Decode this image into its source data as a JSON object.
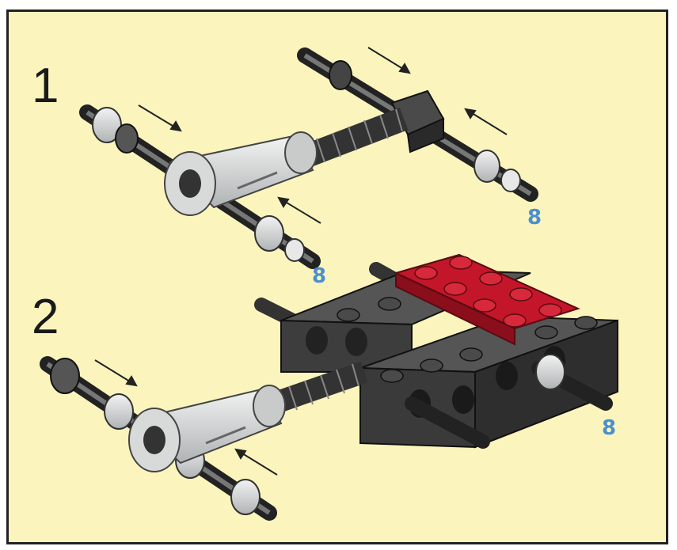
{
  "steps": [
    {
      "number": "1"
    },
    {
      "number": "2"
    }
  ],
  "part_counts": [
    "8",
    "8",
    "8"
  ],
  "colors": {
    "background": "#fbf5bd",
    "border": "#222222",
    "axle": "#3a3a3a",
    "bush": "#d6d8d8",
    "brick": "#3f3f3f",
    "plate": "#c4162a",
    "label": "#4a8fd0"
  }
}
